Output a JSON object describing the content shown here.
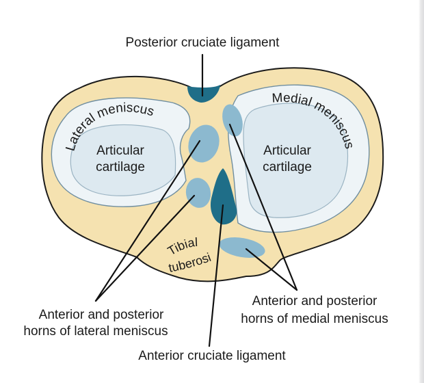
{
  "labels": {
    "posterior_cruciate": "Posterior cruciate ligament",
    "lateral_meniscus": "Lateral meniscus",
    "medial_meniscus": "Medial meniscus",
    "articular_cartilage_left_1": "Articular",
    "articular_cartilage_left_2": "cartilage",
    "articular_cartilage_right_1": "Articular",
    "articular_cartilage_right_2": "cartilage",
    "tibial_tuberosity_1": "Tibial",
    "tibial_tuberosity_2": "tuberosity",
    "lateral_horns_1": "Anterior and posterior",
    "lateral_horns_2": "horns of lateral meniscus",
    "medial_horns_1": "Anterior and posterior",
    "medial_horns_2": "horns of medial meniscus",
    "anterior_cruciate": "Anterior cruciate ligament"
  },
  "colors": {
    "bone": "#f5e2b0",
    "bone_outline": "#1b1b1b",
    "cartilage": "#dde9f0",
    "meniscus": "#eef4f7",
    "horn": "#8cb9cf",
    "ligament": "#1f6e88"
  }
}
